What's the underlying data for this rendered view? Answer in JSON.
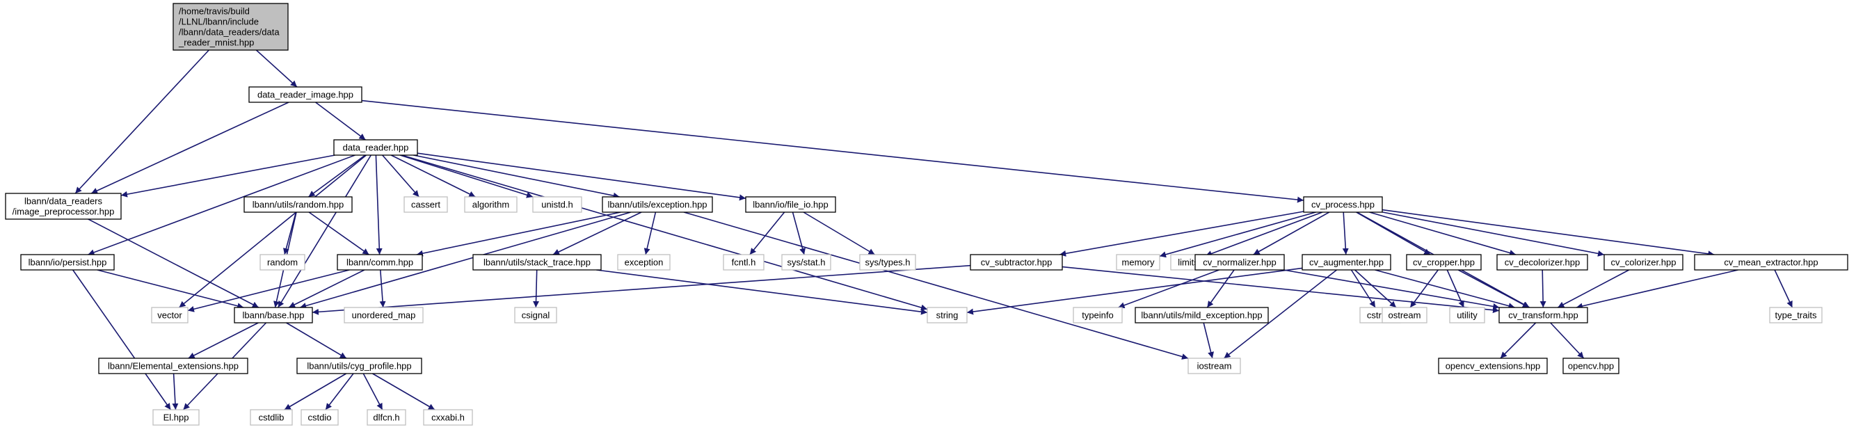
{
  "colors": {
    "edge": "#191970",
    "local_border": "#000000",
    "system_border": "#bfbfbf",
    "root_fill": "#bfbfbf",
    "node_fill": "#ffffff"
  },
  "nodes": [
    {
      "id": "root",
      "kind": "root",
      "lines": [
        "/home/travis/build",
        "/LLNL/lbann/include",
        "/lbann/data_readers/data",
        "_reader_mnist.hpp"
      ]
    },
    {
      "id": "dri",
      "kind": "local",
      "lines": [
        "data_reader_image.hpp"
      ]
    },
    {
      "id": "dr",
      "kind": "local",
      "lines": [
        "data_reader.hpp"
      ]
    },
    {
      "id": "ip",
      "kind": "local",
      "lines": [
        "lbann/data_readers",
        "/image_preprocessor.hpp"
      ]
    },
    {
      "id": "rnd",
      "kind": "local",
      "lines": [
        "lbann/utils/random.hpp"
      ]
    },
    {
      "id": "cassert",
      "kind": "system",
      "lines": [
        "cassert"
      ]
    },
    {
      "id": "algorithm",
      "kind": "system",
      "lines": [
        "algorithm"
      ]
    },
    {
      "id": "unistd",
      "kind": "system",
      "lines": [
        "unistd.h"
      ]
    },
    {
      "id": "exc",
      "kind": "local",
      "lines": [
        "lbann/utils/exception.hpp"
      ]
    },
    {
      "id": "fio",
      "kind": "local",
      "lines": [
        "lbann/io/file_io.hpp"
      ]
    },
    {
      "id": "persist",
      "kind": "local",
      "lines": [
        "lbann/io/persist.hpp"
      ]
    },
    {
      "id": "random",
      "kind": "system",
      "lines": [
        "random"
      ]
    },
    {
      "id": "comm",
      "kind": "local",
      "lines": [
        "lbann/comm.hpp"
      ]
    },
    {
      "id": "st",
      "kind": "local",
      "lines": [
        "lbann/utils/stack_trace.hpp"
      ]
    },
    {
      "id": "exception",
      "kind": "system",
      "lines": [
        "exception"
      ]
    },
    {
      "id": "fcntl",
      "kind": "system",
      "lines": [
        "fcntl.h"
      ]
    },
    {
      "id": "sysstat",
      "kind": "system",
      "lines": [
        "sys/stat.h"
      ]
    },
    {
      "id": "systypes",
      "kind": "system",
      "lines": [
        "sys/types.h"
      ]
    },
    {
      "id": "vector",
      "kind": "system",
      "lines": [
        "vector"
      ]
    },
    {
      "id": "base",
      "kind": "local",
      "lines": [
        "lbann/base.hpp"
      ]
    },
    {
      "id": "umap",
      "kind": "system",
      "lines": [
        "unordered_map"
      ]
    },
    {
      "id": "csignal",
      "kind": "system",
      "lines": [
        "csignal"
      ]
    },
    {
      "id": "string",
      "kind": "system",
      "lines": [
        "string"
      ]
    },
    {
      "id": "elext",
      "kind": "local",
      "lines": [
        "lbann/Elemental_extensions.hpp"
      ]
    },
    {
      "id": "cyg",
      "kind": "local",
      "lines": [
        "lbann/utils/cyg_profile.hpp"
      ]
    },
    {
      "id": "el",
      "kind": "system",
      "lines": [
        "El.hpp"
      ]
    },
    {
      "id": "cstdlib",
      "kind": "system",
      "lines": [
        "cstdlib"
      ]
    },
    {
      "id": "cstdio",
      "kind": "system",
      "lines": [
        "cstdio"
      ]
    },
    {
      "id": "dlfcn",
      "kind": "system",
      "lines": [
        "dlfcn.h"
      ]
    },
    {
      "id": "cxxabi",
      "kind": "system",
      "lines": [
        "cxxabi.h"
      ]
    },
    {
      "id": "iostream",
      "kind": "system",
      "lines": [
        "iostream"
      ]
    },
    {
      "id": "cvp",
      "kind": "local",
      "lines": [
        "cv_process.hpp"
      ]
    },
    {
      "id": "cvsub",
      "kind": "local",
      "lines": [
        "cv_subtractor.hpp"
      ]
    },
    {
      "id": "memory",
      "kind": "system",
      "lines": [
        "memory"
      ]
    },
    {
      "id": "limits",
      "kind": "system",
      "lines": [
        "limits"
      ]
    },
    {
      "id": "cvnorm",
      "kind": "local",
      "lines": [
        "cv_normalizer.hpp"
      ]
    },
    {
      "id": "cvaug",
      "kind": "local",
      "lines": [
        "cv_augmenter.hpp"
      ]
    },
    {
      "id": "cvcrop",
      "kind": "local",
      "lines": [
        "cv_cropper.hpp"
      ]
    },
    {
      "id": "cvdecol",
      "kind": "local",
      "lines": [
        "cv_decolorizer.hpp"
      ]
    },
    {
      "id": "cvcol",
      "kind": "local",
      "lines": [
        "cv_colorizer.hpp"
      ]
    },
    {
      "id": "cvmean",
      "kind": "local",
      "lines": [
        "cv_mean_extractor.hpp"
      ]
    },
    {
      "id": "typeinfo",
      "kind": "system",
      "lines": [
        "typeinfo"
      ]
    },
    {
      "id": "mildexc",
      "kind": "local",
      "lines": [
        "lbann/utils/mild_exception.hpp"
      ]
    },
    {
      "id": "cstring",
      "kind": "system",
      "lines": [
        "cstring"
      ]
    },
    {
      "id": "ostream",
      "kind": "system",
      "lines": [
        "ostream"
      ]
    },
    {
      "id": "utility",
      "kind": "system",
      "lines": [
        "utility"
      ]
    },
    {
      "id": "cvt",
      "kind": "local",
      "lines": [
        "cv_transform.hpp"
      ]
    },
    {
      "id": "typetraits",
      "kind": "system",
      "lines": [
        "type_traits"
      ]
    },
    {
      "id": "ocvext",
      "kind": "local",
      "lines": [
        "opencv_extensions.hpp"
      ]
    },
    {
      "id": "ocv",
      "kind": "local",
      "lines": [
        "opencv.hpp"
      ]
    }
  ],
  "edges": [
    [
      "root",
      "dri"
    ],
    [
      "root",
      "ip"
    ],
    [
      "dri",
      "dr"
    ],
    [
      "dri",
      "ip"
    ],
    [
      "dri",
      "cvp"
    ],
    [
      "dr",
      "ip"
    ],
    [
      "dr",
      "rnd"
    ],
    [
      "dr",
      "cassert"
    ],
    [
      "dr",
      "algorithm"
    ],
    [
      "dr",
      "unistd"
    ],
    [
      "dr",
      "exc"
    ],
    [
      "dr",
      "fio"
    ],
    [
      "dr",
      "persist"
    ],
    [
      "dr",
      "comm"
    ],
    [
      "dr",
      "vector"
    ],
    [
      "dr",
      "base"
    ],
    [
      "dr",
      "string"
    ],
    [
      "ip",
      "base"
    ],
    [
      "rnd",
      "random"
    ],
    [
      "rnd",
      "comm"
    ],
    [
      "rnd",
      "base"
    ],
    [
      "exc",
      "comm"
    ],
    [
      "exc",
      "st"
    ],
    [
      "exc",
      "exception"
    ],
    [
      "exc",
      "base"
    ],
    [
      "exc",
      "iostream"
    ],
    [
      "fio",
      "fcntl"
    ],
    [
      "fio",
      "sysstat"
    ],
    [
      "fio",
      "systypes"
    ],
    [
      "persist",
      "base"
    ],
    [
      "persist",
      "el"
    ],
    [
      "comm",
      "base"
    ],
    [
      "comm",
      "umap"
    ],
    [
      "comm",
      "vector"
    ],
    [
      "st",
      "csignal"
    ],
    [
      "st",
      "string"
    ],
    [
      "base",
      "elext"
    ],
    [
      "base",
      "cyg"
    ],
    [
      "base",
      "el"
    ],
    [
      "elext",
      "el"
    ],
    [
      "cyg",
      "cstdlib"
    ],
    [
      "cyg",
      "cstdio"
    ],
    [
      "cyg",
      "dlfcn"
    ],
    [
      "cyg",
      "cxxabi"
    ],
    [
      "cvp",
      "cvsub"
    ],
    [
      "cvp",
      "memory"
    ],
    [
      "cvp",
      "limits"
    ],
    [
      "cvp",
      "cvnorm"
    ],
    [
      "cvp",
      "cvaug"
    ],
    [
      "cvp",
      "cvcrop"
    ],
    [
      "cvp",
      "cvdecol"
    ],
    [
      "cvp",
      "cvcol"
    ],
    [
      "cvp",
      "cvmean"
    ],
    [
      "cvp",
      "cvt"
    ],
    [
      "cvsub",
      "base"
    ],
    [
      "cvsub",
      "cvt"
    ],
    [
      "cvnorm",
      "typeinfo"
    ],
    [
      "cvnorm",
      "mildexc"
    ],
    [
      "cvnorm",
      "cvt"
    ],
    [
      "cvaug",
      "string"
    ],
    [
      "cvaug",
      "cstring"
    ],
    [
      "cvaug",
      "ostream"
    ],
    [
      "cvaug",
      "iostream"
    ],
    [
      "cvaug",
      "cvt"
    ],
    [
      "cvcrop",
      "ostream"
    ],
    [
      "cvcrop",
      "utility"
    ],
    [
      "cvcrop",
      "cvt"
    ],
    [
      "cvdecol",
      "cvt"
    ],
    [
      "cvcol",
      "cvt"
    ],
    [
      "cvmean",
      "typetraits"
    ],
    [
      "cvmean",
      "cvt"
    ],
    [
      "mildexc",
      "iostream"
    ],
    [
      "cvt",
      "ocvext"
    ],
    [
      "cvt",
      "ocv"
    ]
  ]
}
